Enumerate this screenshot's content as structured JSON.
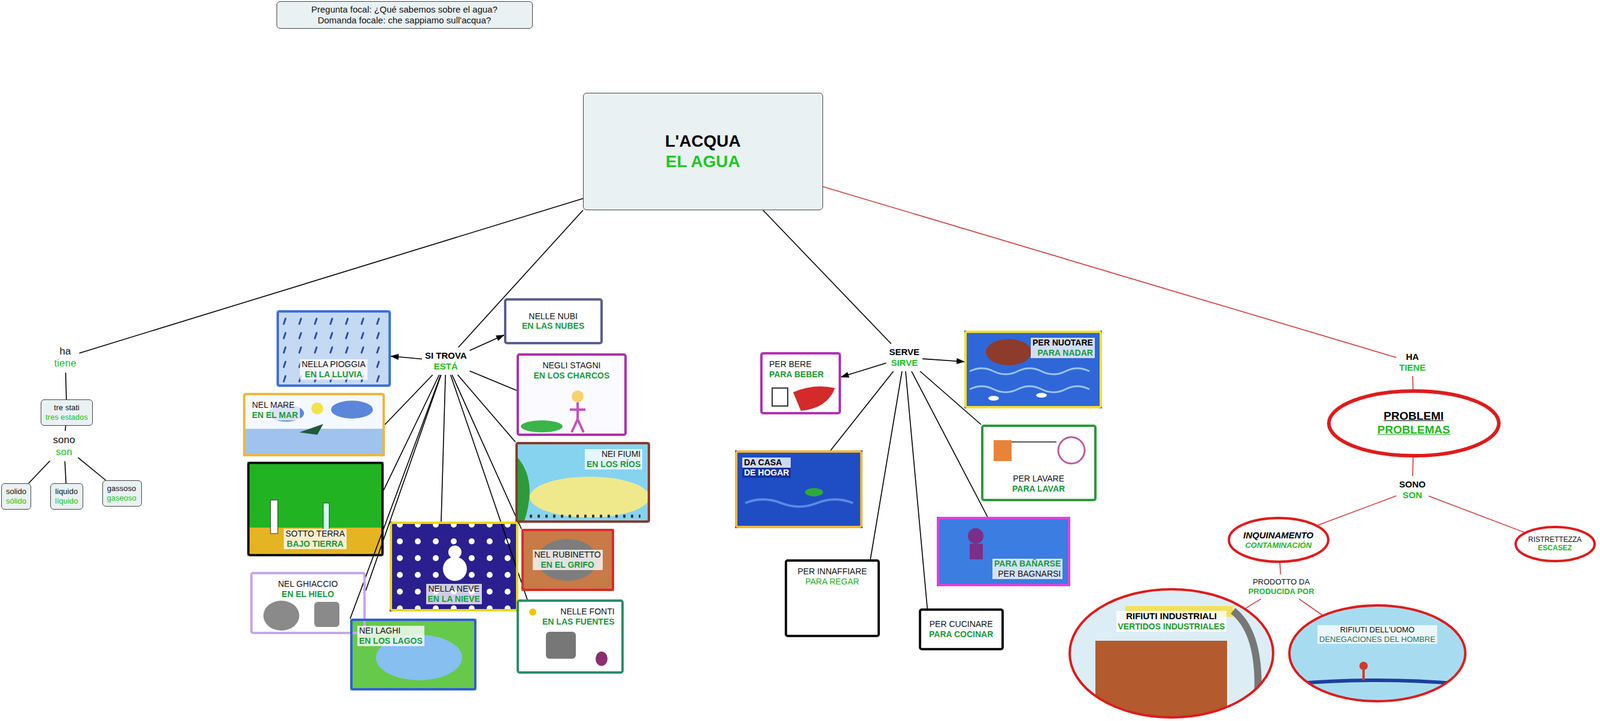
{
  "diagram": {
    "nodes": [
      {
        "text": [
          "Pregunta focal: ¿Qué sabemos sobre el agua?",
          "Domanda focale: che sappiamo sull'acqua?"
        ]
      },
      {
        "text": [
          "L'ACQUA",
          "EL AGUA"
        ]
      },
      {
        "text": [
          "ha",
          "tiene"
        ]
      },
      {
        "text": [
          "tre stati",
          "tres estados"
        ]
      },
      {
        "text": [
          "sono",
          "son"
        ]
      },
      {
        "text": [
          "solido",
          "sólido"
        ]
      },
      {
        "text": [
          "liquido",
          "líquido"
        ]
      },
      {
        "text": [
          "gassoso",
          "gaseoso"
        ]
      },
      {
        "text": [
          "SI TROVA",
          "ESTÁ"
        ]
      },
      {
        "text": [
          "NELLA PIOGGIA",
          "EN LA LLUVIA"
        ]
      },
      {
        "text": [
          "NELLE NUBI",
          "EN LAS NUBES"
        ]
      },
      {
        "text": [
          "NEL MARE",
          "EN EL MAR"
        ]
      },
      {
        "text": [
          "NEGLI STAGNI",
          "EN LOS CHARCOS"
        ]
      },
      {
        "text": [
          "SOTTO TERRA",
          "BAJO TIERRA"
        ]
      },
      {
        "text": [
          "NEI FIUMI",
          "EN LOS RÍOS"
        ]
      },
      {
        "text": [
          "NELLA NEVE",
          "EN LA NIEVE"
        ]
      },
      {
        "text": [
          "NEL RUBINETTO",
          "EN EL GRIFO"
        ]
      },
      {
        "text": [
          "NEL GHIACCIO",
          "EN EL HIELO"
        ]
      },
      {
        "text": [
          "NEI LAGHI",
          "EN LOS LAGOS"
        ]
      },
      {
        "text": [
          "NELLE FONTI",
          "EN LAS FUENTES"
        ]
      },
      {
        "text": [
          "SERVE",
          "SIRVE"
        ]
      },
      {
        "text": [
          "PER BERE",
          "PARA BEBER"
        ]
      },
      {
        "text": [
          "PER NUOTARE",
          "PARA NADAR"
        ]
      },
      {
        "text": [
          "DA CASA",
          "DE HOGAR"
        ]
      },
      {
        "text": [
          "PER LAVARE",
          "PARA LAVAR"
        ]
      },
      {
        "text": [
          "PARA BAÑARSE",
          "PER BAGNARSI"
        ]
      },
      {
        "text": [
          "PER INNAFFIARE",
          "PARA REGAR"
        ]
      },
      {
        "text": [
          "PER CUCINARE",
          "PARA COCINAR"
        ]
      },
      {
        "text": [
          "HA",
          "TIENE"
        ]
      },
      {
        "text": [
          "PROBLEMI",
          "PROBLEMAS"
        ]
      },
      {
        "text": [
          "SONO",
          "SON"
        ]
      },
      {
        "text": [
          "INQUINAMENTO",
          "CONTAMINACIÓN"
        ]
      },
      {
        "text": [
          "RISTRETTEZZA",
          "ESCASEZ"
        ]
      },
      {
        "text": [
          "PRODOTTO DA",
          "PRODUCIDA POR"
        ]
      },
      {
        "text": [
          "RIFIUTI INDUSTRIALI",
          "VERTIDOS INDUSTRIALES"
        ]
      },
      {
        "text": [
          "RIFIUTI DELL'UOMO",
          "DENEGACIONES DEL HOMBRE"
        ]
      }
    ],
    "edges": [
      {
        "from": 1,
        "to": 2,
        "arrow": "none"
      },
      {
        "from": 2,
        "to": 3,
        "arrow": "none"
      },
      {
        "from": 3,
        "to": 4,
        "arrow": "none"
      },
      {
        "from": 4,
        "to": 5,
        "arrow": "none"
      },
      {
        "from": 4,
        "to": 6,
        "arrow": "none"
      },
      {
        "from": 4,
        "to": 7,
        "arrow": "none"
      },
      {
        "from": 1,
        "to": 8,
        "arrow": "none"
      },
      {
        "from": 8,
        "to": 9,
        "arrow": "to"
      },
      {
        "from": 8,
        "to": 10,
        "arrow": "to"
      },
      {
        "from": 8,
        "to": 11,
        "arrow": "none"
      },
      {
        "from": 8,
        "to": 12,
        "arrow": "none"
      },
      {
        "from": 8,
        "to": 13,
        "arrow": "none"
      },
      {
        "from": 8,
        "to": 14,
        "arrow": "none"
      },
      {
        "from": 8,
        "to": 15,
        "arrow": "none"
      },
      {
        "from": 8,
        "to": 16,
        "arrow": "none"
      },
      {
        "from": 8,
        "to": 17,
        "arrow": "none"
      },
      {
        "from": 8,
        "to": 18,
        "arrow": "none"
      },
      {
        "from": 8,
        "to": 19,
        "arrow": "none"
      },
      {
        "from": 1,
        "to": 20,
        "arrow": "none"
      },
      {
        "from": 20,
        "to": 21,
        "arrow": "to"
      },
      {
        "from": 20,
        "to": 22,
        "arrow": "to"
      },
      {
        "from": 20,
        "to": 23,
        "arrow": "none"
      },
      {
        "from": 20,
        "to": 24,
        "arrow": "none"
      },
      {
        "from": 20,
        "to": 25,
        "arrow": "none"
      },
      {
        "from": 20,
        "to": 26,
        "arrow": "none"
      },
      {
        "from": 20,
        "to": 27,
        "arrow": "none"
      },
      {
        "from": 1,
        "to": 28,
        "arrow": "none"
      },
      {
        "from": 28,
        "to": 29,
        "arrow": "none"
      },
      {
        "from": 29,
        "to": 30,
        "arrow": "none"
      },
      {
        "from": 30,
        "to": 31,
        "arrow": "none"
      },
      {
        "from": 30,
        "to": 32,
        "arrow": "none"
      },
      {
        "from": 31,
        "to": 33,
        "arrow": "none"
      },
      {
        "from": 33,
        "to": 34,
        "arrow": "none"
      },
      {
        "from": 33,
        "to": 35,
        "arrow": "none"
      }
    ]
  }
}
